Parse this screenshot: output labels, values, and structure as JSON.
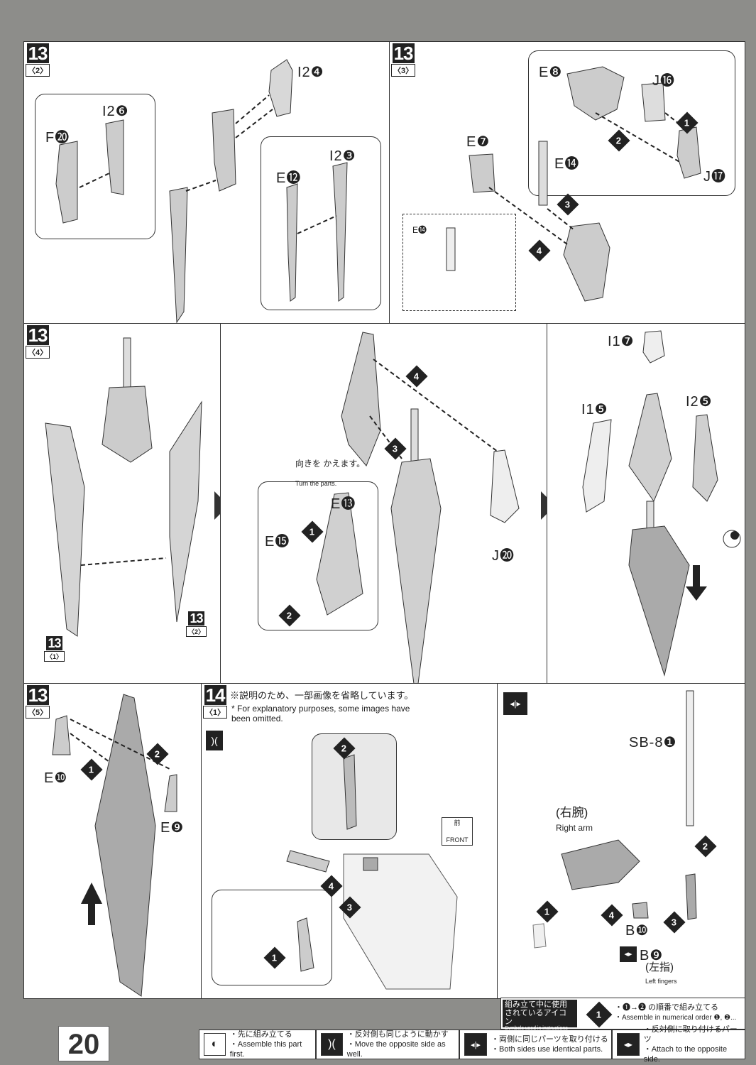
{
  "page_number": "20",
  "panels": {
    "p1": {
      "step": "13",
      "sub": "〈2〉",
      "parts": [
        "I2❹",
        "I2❻",
        "F⓴",
        "I2❸",
        "E⓬"
      ]
    },
    "p2": {
      "step": "13",
      "sub": "〈3〉",
      "parts": [
        "E❽",
        "J⓰",
        "J⓱",
        "E❼",
        "E⓮",
        "E⓮"
      ],
      "numbers": [
        "1",
        "2",
        "3",
        "4"
      ]
    },
    "p3": {
      "step": "13",
      "sub": "〈4〉",
      "refs": [
        {
          "step": "13",
          "sub": "〈1〉"
        },
        {
          "step": "13",
          "sub": "〈2〉"
        }
      ]
    },
    "p4": {
      "parts": [
        "E⓭",
        "E⓯",
        "J⓴"
      ],
      "numbers": [
        "1",
        "2",
        "3",
        "4"
      ],
      "turn_jp": "向きを かえます。",
      "turn_en": "Turn the parts."
    },
    "p5": {
      "parts": [
        "I1❼",
        "I1❺",
        "I2❺"
      ]
    },
    "p6": {
      "step": "13",
      "sub": "〈5〉",
      "parts": [
        "E❿",
        "E❾"
      ],
      "numbers": [
        "1",
        "2"
      ]
    },
    "p7": {
      "step": "14",
      "sub": "〈1〉",
      "note_jp": "※説明のため、一部画像を省略しています。",
      "note_en": "* For explanatory purposes, some images have been omitted.",
      "front_jp": "前",
      "front_en": "FRONT",
      "numbers": [
        "1",
        "2",
        "3",
        "4"
      ]
    },
    "p8": {
      "parts": [
        "SB-8❶",
        "B❿",
        "B❾"
      ],
      "right_arm_jp": "(右腕)",
      "right_arm_en": "Right arm",
      "left_fingers_jp": "(左指)",
      "left_fingers_en": "Left fingers",
      "numbers": [
        "1",
        "2",
        "3",
        "4"
      ]
    }
  },
  "symbols": {
    "title_jp": "組み立て中に使用 されているアイコン",
    "title_en": "Symbols used in instructions",
    "order_jp": "・❶→❷ の順番で組み立てる",
    "order_en": "・Assemble in numerical order ❶, ❷..."
  },
  "legend": [
    {
      "icon": "assemble-first-icon",
      "jp": "・先に組み立てる",
      "en": "・Assemble this part first."
    },
    {
      "icon": "move-opposite-icon",
      "jp": "・反対側も同じように動かす",
      "en": "・Move the opposite side as well."
    },
    {
      "icon": "both-sides-icon",
      "jp": "・両側に同じパーツを取り付ける",
      "en": "・Both sides use identical parts."
    },
    {
      "icon": "opposite-side-icon",
      "jp": "・反対側に取り付けるパーツ",
      "en": "・Attach to the opposite side."
    }
  ]
}
